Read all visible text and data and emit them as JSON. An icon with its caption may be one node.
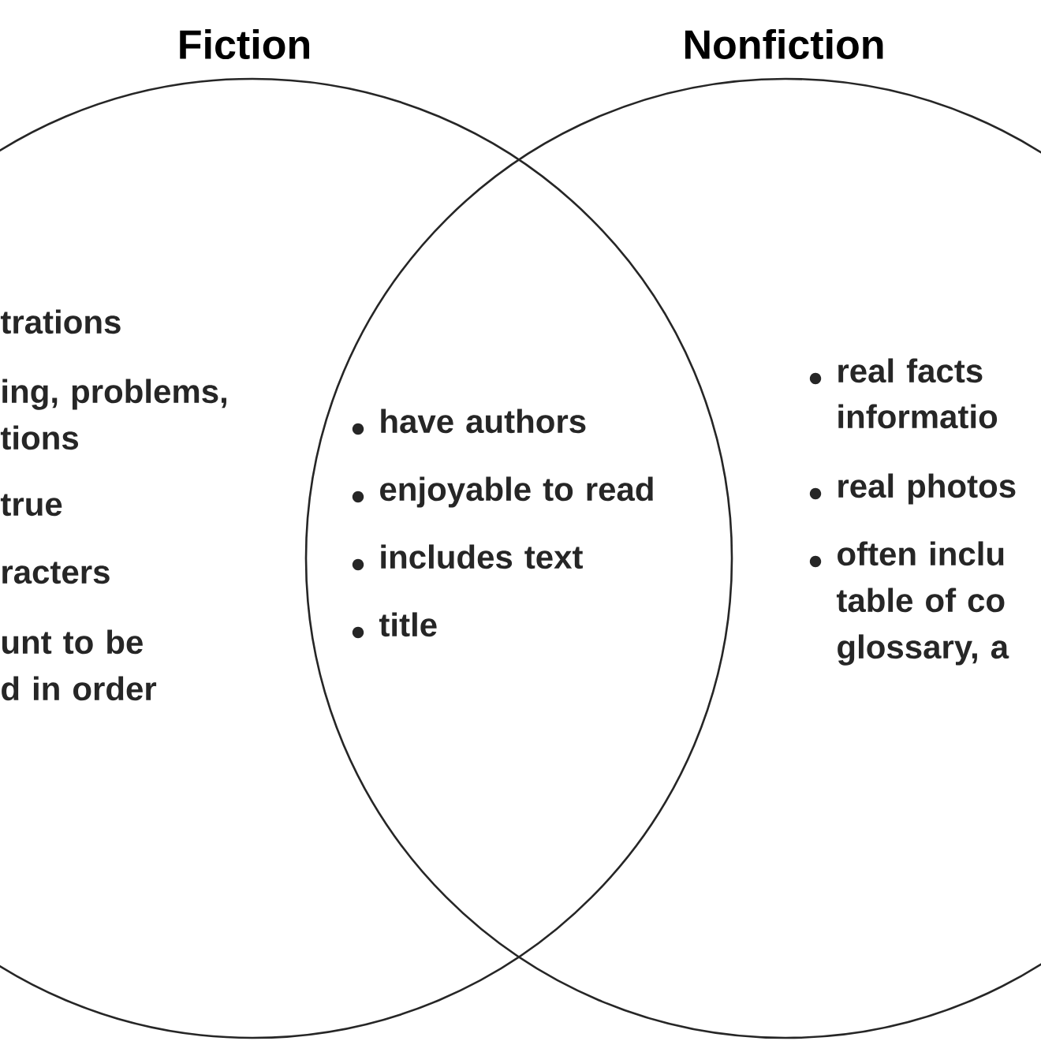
{
  "diagram": {
    "nodes": [
      {
        "text": [
          "Fiction"
        ]
      },
      {
        "text": [
          "Nonfiction"
        ]
      }
    ],
    "labels": [
      "trations",
      "ing, problems, tions",
      "true",
      "racters",
      "unt to be d in order",
      "have authors",
      "enjoyable to read",
      "includes text",
      "title",
      "real facts",
      "informatio",
      "real photos",
      "often inclu table of co glossary, a"
    ]
  }
}
